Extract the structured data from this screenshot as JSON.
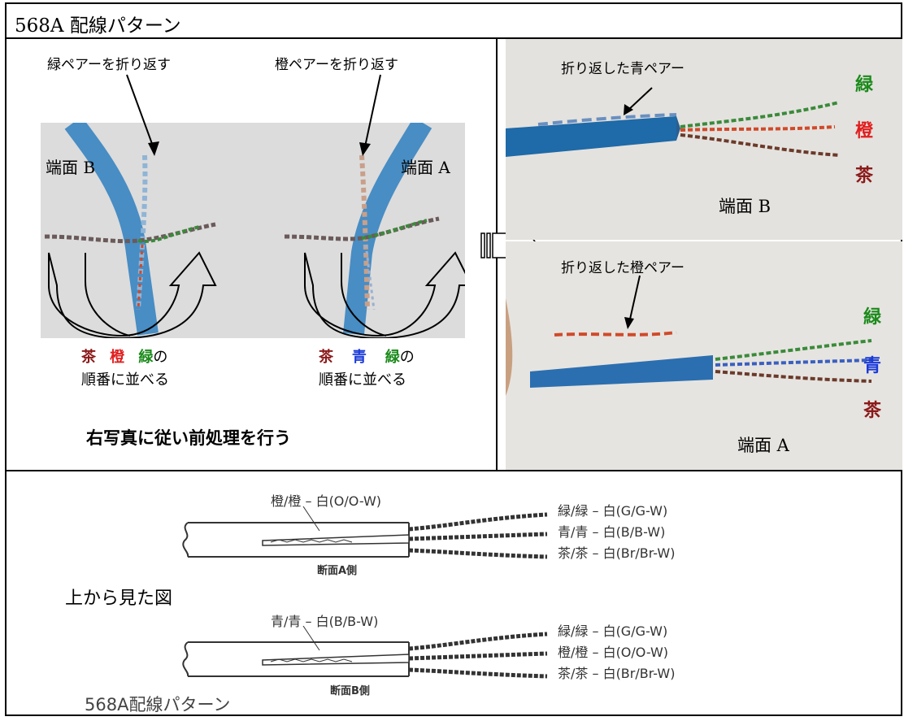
{
  "title": "568A 配線パターン",
  "left_panel": {
    "fold_green_label": "緑ペアーを折り返す",
    "fold_orange_label": "橙ペアーを折り返す",
    "end_b_label": "端面 B",
    "end_a_label": "端面 A",
    "order_left": {
      "c1": "茶",
      "c2": "橙",
      "c3": "緑",
      "suffix": "の",
      "line2": "順番に並べる"
    },
    "order_right": {
      "c1": "茶",
      "c2": "青",
      "c3": "緑",
      "suffix": "の",
      "line2": "順番に並べる"
    },
    "instruction": "右写真に従い前処理を行う"
  },
  "photo_top": {
    "caption": "折り返した青ペアー",
    "c1": "緑",
    "c2": "橙",
    "c3": "茶",
    "end_label": "端面 B"
  },
  "photo_bottom": {
    "caption": "折り返した橙ペアー",
    "c1": "緑",
    "c2": "青",
    "c3": "茶",
    "end_label": "端面 A"
  },
  "bottom_panel": {
    "top_view_label": "上から見た図",
    "diagram_a": {
      "folded": "橙/橙 – 白(O/O-W)",
      "w1": "緑/緑 – 白(G/G-W)",
      "w2": "青/青 – 白(B/B-W)",
      "w3": "茶/茶 – 白(Br/Br-W)",
      "side": "断面A側"
    },
    "diagram_b": {
      "folded": "青/青 – 白(B/B-W)",
      "w1": "緑/緑 – 白(G/G-W)",
      "w2": "橙/橙 – 白(O/O-W)",
      "w3": "茶/茶 – 白(Br/Br-W)",
      "side": "断面B側"
    },
    "footer": "568A配線パターン"
  },
  "colors": {
    "cable_blue": "#2e7fc0",
    "wire_green": "#3a8a3a",
    "wire_orange": "#d04a2a",
    "wire_brown": "#6b3a2a",
    "wire_blue": "#3a5fc0",
    "photo_bg": "#dcdcdc"
  }
}
